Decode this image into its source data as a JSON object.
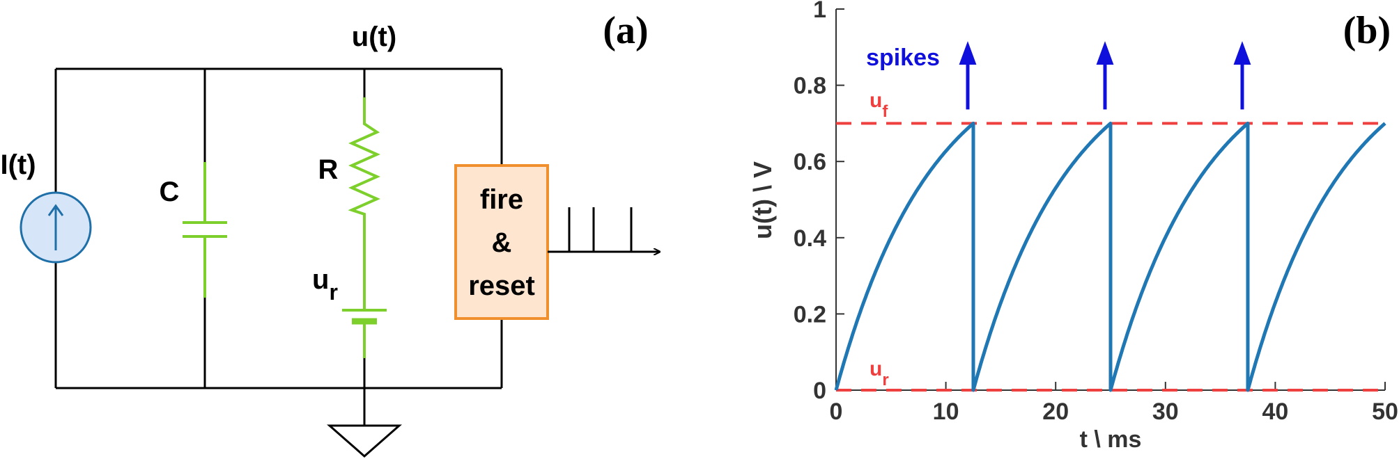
{
  "circuit": {
    "panel_label": "(a)",
    "node_label": "u(t)",
    "current_source_label": "I(t)",
    "capacitor_label": "C",
    "resistor_label": "R",
    "battery_label_main": "u",
    "battery_label_sub": "r",
    "block_line1": "fire",
    "block_line2": "&",
    "block_line3": "reset",
    "colors": {
      "wire": "#000000",
      "component": "#7dcf2b",
      "source_fill": "#d6e6f8",
      "source_stroke": "#1f6fa8",
      "block_fill": "#fde5cf",
      "block_stroke": "#ef8f2e"
    }
  },
  "plot": {
    "panel_label": "(b)",
    "spikes_label": "spikes",
    "uf_main": "u",
    "uf_sub": "f",
    "ur_main": "u",
    "ur_sub": "r",
    "colors": {
      "trace": "#1f77b4",
      "threshold": "#ef4040",
      "spike": "#1010dd",
      "axis": "#333333"
    }
  },
  "chart_data": {
    "type": "line",
    "title": "",
    "xlabel": "t \\ ms",
    "ylabel": "u(t) \\ V",
    "xlim": [
      0,
      50
    ],
    "ylim": [
      0,
      1
    ],
    "xticks": [
      0,
      10,
      20,
      30,
      40,
      50
    ],
    "yticks": [
      0,
      0.2,
      0.4,
      0.6,
      0.8,
      1
    ],
    "xtick_labels": [
      "0",
      "10",
      "20",
      "30",
      "40",
      "50"
    ],
    "ytick_labels": [
      "0",
      "0.2",
      "0.4",
      "0.6",
      "0.8",
      "1"
    ],
    "grid": false,
    "legend": "none",
    "series": [
      {
        "x": [
          0,
          2.5,
          5,
          7.5,
          10,
          12.5,
          12.5,
          15,
          17.5,
          20,
          22.5,
          25,
          25,
          27.5,
          30,
          32.5,
          35,
          37.5,
          37.5,
          40,
          42.5,
          45,
          47.5,
          50
        ],
        "y": [
          0,
          0.2,
          0.36,
          0.5,
          0.61,
          0.7,
          0,
          0.2,
          0.36,
          0.5,
          0.61,
          0.7,
          0,
          0.2,
          0.36,
          0.5,
          0.61,
          0.7,
          0,
          0.2,
          0.36,
          0.5,
          0.61,
          0.7
        ]
      }
    ],
    "threshold_lines": [
      {
        "name": "u_f",
        "y": 0.7
      },
      {
        "name": "u_r",
        "y": 0
      }
    ],
    "spike_times": [
      12.5,
      25,
      37.5
    ]
  }
}
